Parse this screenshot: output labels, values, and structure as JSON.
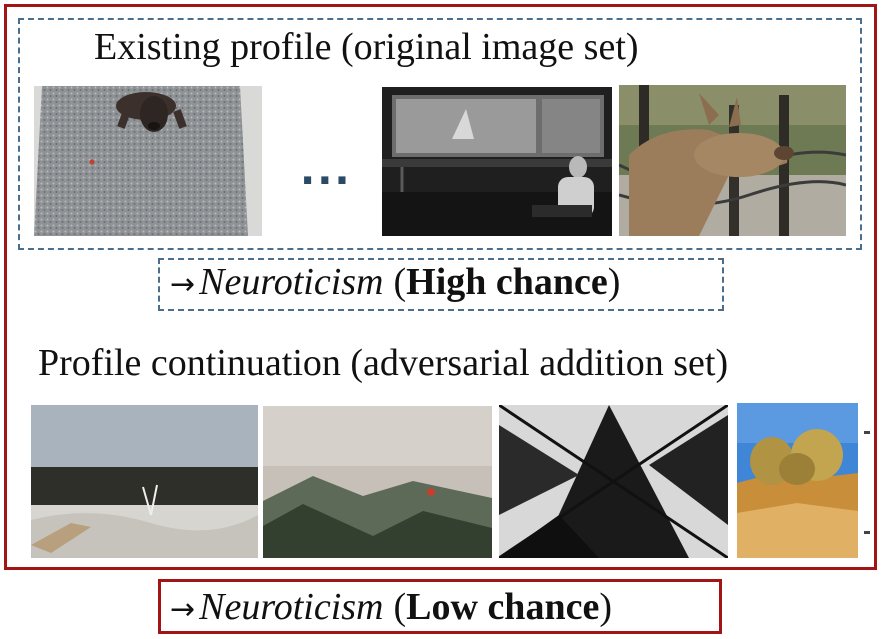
{
  "existing_profile": {
    "heading": "Existing profile (original image set)",
    "images": [
      {
        "icon": "dog-on-gravel-photo"
      },
      {
        "icon": "bus-window-passenger-photo"
      },
      {
        "icon": "deer-at-fence-photo"
      }
    ],
    "ellipsis": "...",
    "result": {
      "arrow": "→",
      "trait": "Neuroticism",
      "open": "(",
      "chance": "High chance",
      "close": ")"
    }
  },
  "profile_continuation": {
    "heading": "Profile continuation (adversarial addition set)",
    "images": [
      {
        "icon": "frosty-field-landscape-photo"
      },
      {
        "icon": "misty-mountains-balloon-photo"
      },
      {
        "icon": "tree-silhouette-photo"
      },
      {
        "icon": "desert-shrubs-photo"
      }
    ],
    "result": {
      "arrow": "→",
      "trait": "Neuroticism",
      "open": "(",
      "chance": "Low chance",
      "close": ")"
    }
  },
  "colors": {
    "frame": "#a31515",
    "dashed": "#4a6e8c"
  }
}
